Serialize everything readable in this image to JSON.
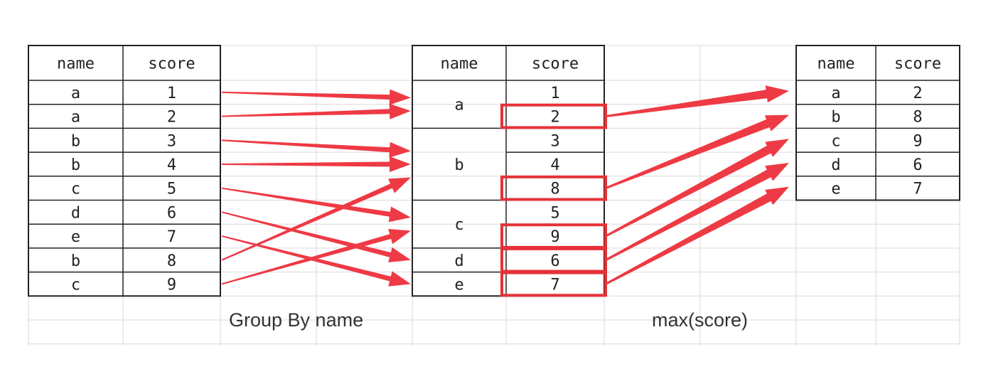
{
  "source_table": {
    "headers": [
      "name",
      "score"
    ],
    "rows": [
      [
        "a",
        "1"
      ],
      [
        "a",
        "2"
      ],
      [
        "b",
        "3"
      ],
      [
        "b",
        "4"
      ],
      [
        "c",
        "5"
      ],
      [
        "d",
        "6"
      ],
      [
        "e",
        "7"
      ],
      [
        "b",
        "8"
      ],
      [
        "c",
        "9"
      ]
    ]
  },
  "grouped_table": {
    "headers": [
      "name",
      "score"
    ],
    "groups": [
      {
        "name": "a",
        "scores": [
          "1",
          "2"
        ]
      },
      {
        "name": "b",
        "scores": [
          "3",
          "4",
          "8"
        ]
      },
      {
        "name": "c",
        "scores": [
          "5",
          "9"
        ]
      },
      {
        "name": "d",
        "scores": [
          "6"
        ]
      },
      {
        "name": "e",
        "scores": [
          "7"
        ]
      }
    ],
    "highlighted_scores": [
      "2",
      "8",
      "9",
      "6",
      "7"
    ]
  },
  "result_table": {
    "headers": [
      "name",
      "score"
    ],
    "rows": [
      [
        "a",
        "2"
      ],
      [
        "b",
        "8"
      ],
      [
        "c",
        "9"
      ],
      [
        "d",
        "6"
      ],
      [
        "e",
        "7"
      ]
    ]
  },
  "captions": {
    "group_by": "Group By name",
    "aggregate": "max(score)"
  },
  "colors": {
    "arrow": "#ee3a44",
    "highlight_border": "#e53238",
    "table_border": "#222222",
    "grid": "#d9d9d9"
  }
}
